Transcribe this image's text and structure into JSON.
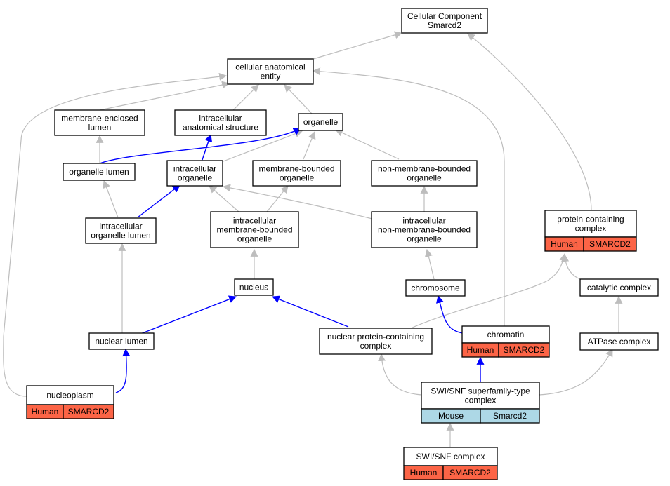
{
  "colors": {
    "gray_edge": "#bdbdbd",
    "blue_edge": "#0000ff",
    "human_fill": "#fc6446",
    "mouse_fill": "#add8e6",
    "node_border": "#000000"
  },
  "nodes": {
    "cellular_component": {
      "lines": [
        "Cellular Component",
        "Smarcd2"
      ]
    },
    "cellular_anatomical_entity": {
      "lines": [
        "cellular anatomical",
        "entity"
      ]
    },
    "membrane_enclosed_lumen": {
      "lines": [
        "membrane-enclosed",
        "lumen"
      ]
    },
    "intracellular_anatomical_structure": {
      "lines": [
        "intracellular",
        "anatomical structure"
      ]
    },
    "organelle": {
      "lines": [
        "organelle"
      ]
    },
    "organelle_lumen": {
      "lines": [
        "organelle lumen"
      ]
    },
    "intracellular_organelle": {
      "lines": [
        "intracellular",
        "organelle"
      ]
    },
    "membrane_bounded_organelle": {
      "lines": [
        "membrane-bounded",
        "organelle"
      ]
    },
    "non_membrane_bounded_organelle": {
      "lines": [
        "non-membrane-bounded",
        "organelle"
      ]
    },
    "intracellular_organelle_lumen": {
      "lines": [
        "intracellular",
        "organelle lumen"
      ]
    },
    "intracellular_membrane_bounded_organelle": {
      "lines": [
        "intracellular",
        "membrane-bounded",
        "organelle"
      ]
    },
    "intracellular_non_membrane_bounded_organelle": {
      "lines": [
        "intracellular",
        "non-membrane-bounded",
        "organelle"
      ]
    },
    "protein_containing_complex": {
      "lines": [
        "protein-containing",
        "complex"
      ],
      "annotation": [
        "Human",
        "SMARCD2"
      ]
    },
    "nucleus": {
      "lines": [
        "nucleus"
      ]
    },
    "chromosome": {
      "lines": [
        "chromosome"
      ]
    },
    "catalytic_complex": {
      "lines": [
        "catalytic complex"
      ]
    },
    "nuclear_lumen": {
      "lines": [
        "nuclear lumen"
      ]
    },
    "nuclear_protein_containing_complex": {
      "lines": [
        "nuclear protein-containing",
        "complex"
      ]
    },
    "chromatin": {
      "lines": [
        "chromatin"
      ],
      "annotation": [
        "Human",
        "SMARCD2"
      ]
    },
    "atpase_complex": {
      "lines": [
        "ATPase complex"
      ]
    },
    "nucleoplasm": {
      "lines": [
        "nucleoplasm"
      ],
      "annotation": [
        "Human",
        "SMARCD2"
      ]
    },
    "swi_snf_superfamily_type_complex": {
      "lines": [
        "SWI/SNF superfamily-type",
        "complex"
      ],
      "annotation": [
        "Mouse",
        "Smarcd2"
      ]
    },
    "swi_snf_complex": {
      "lines": [
        "SWI/SNF complex"
      ],
      "annotation": [
        "Human",
        "SMARCD2"
      ]
    }
  }
}
